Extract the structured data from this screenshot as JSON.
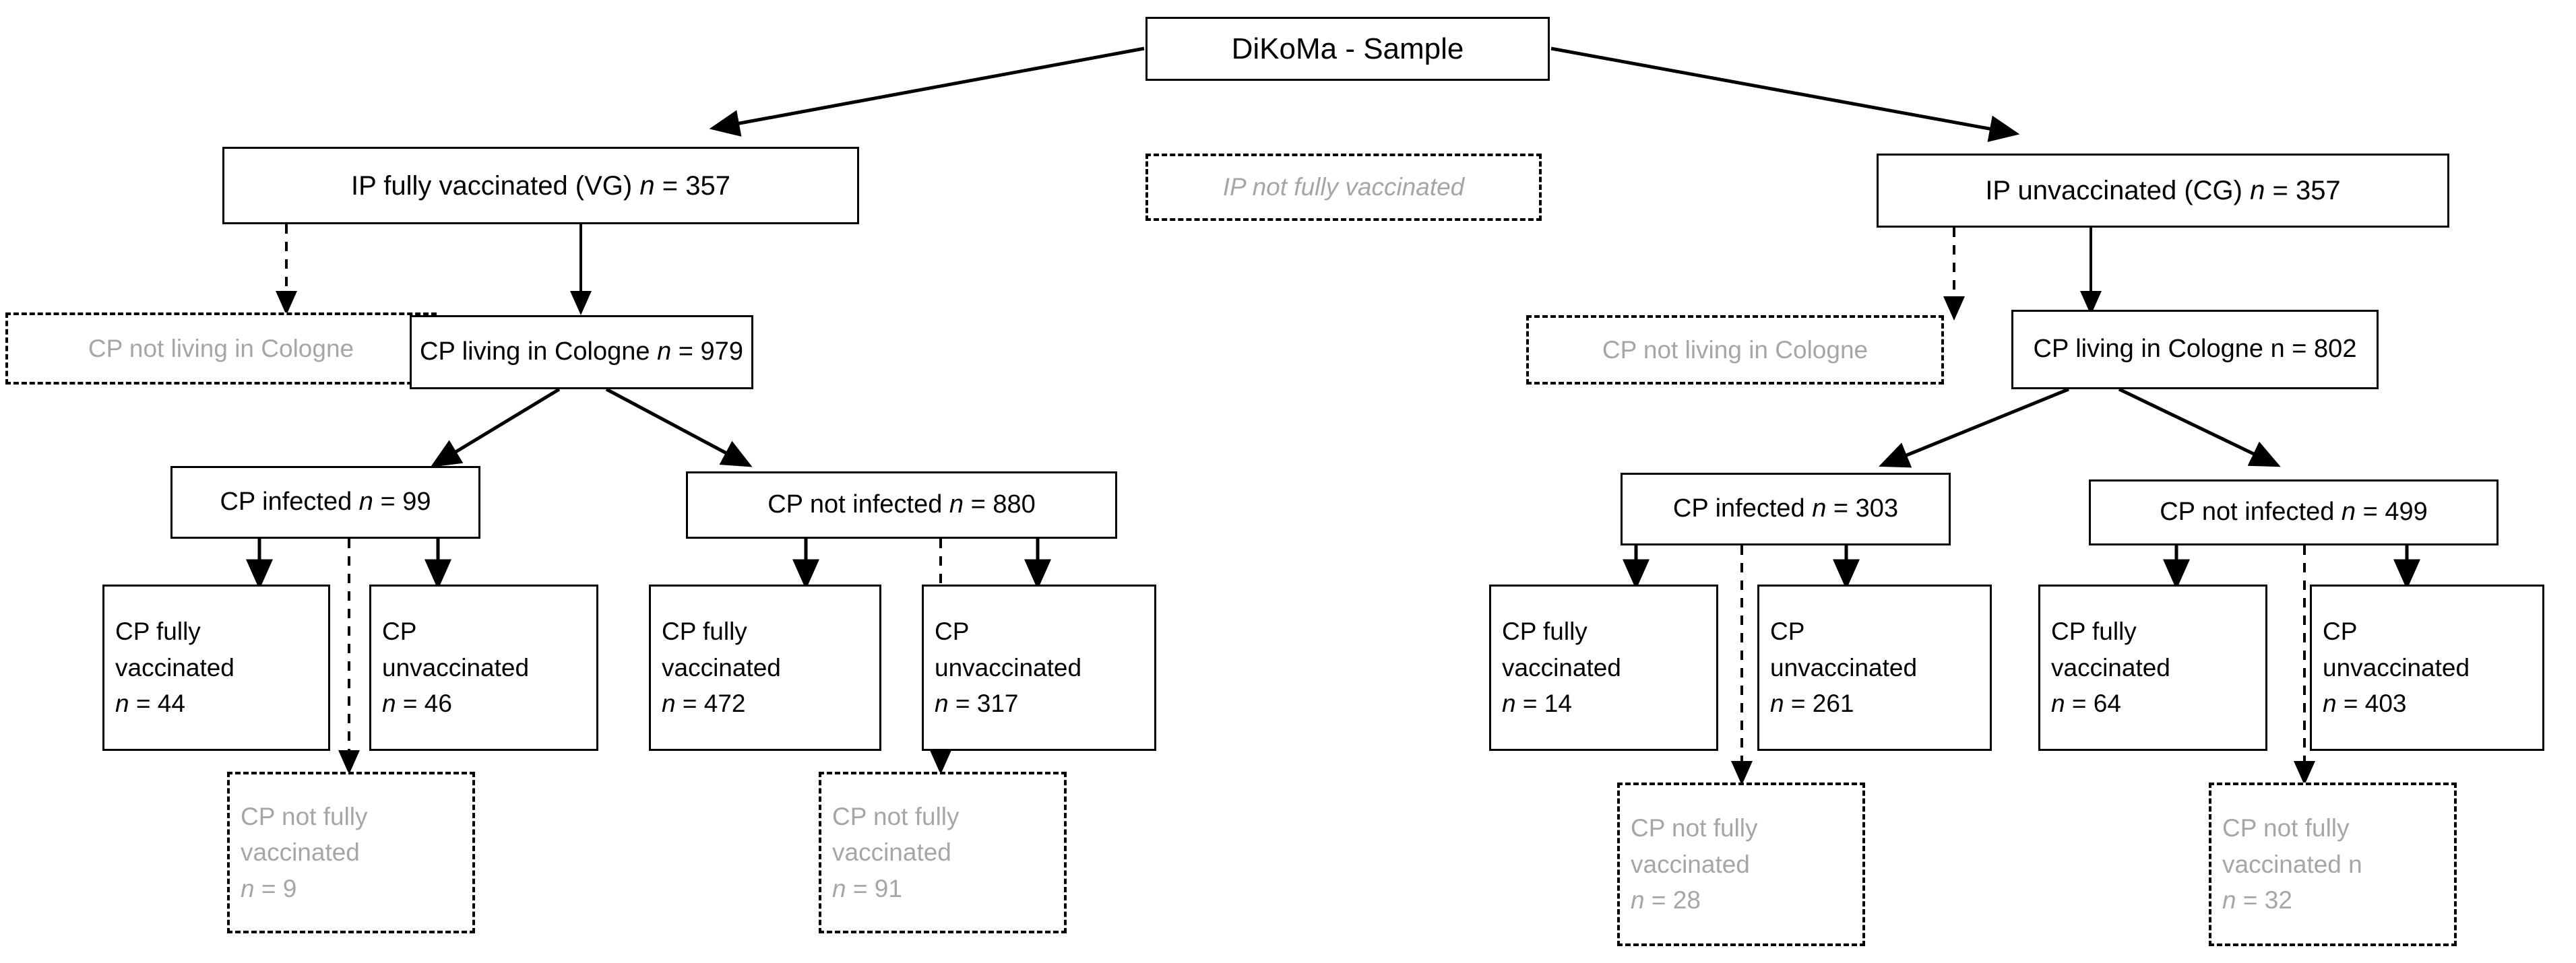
{
  "diagram": {
    "type": "flowchart",
    "title_node": {
      "label": "DiKoMa - Sample"
    },
    "groups": {
      "vg": {
        "label": "IP fully vaccinated  (VG) n = 357",
        "text": "IP fully vaccinated  (VG) ",
        "n_label": "n",
        "n_value": "= 357"
      },
      "excluded_ip": {
        "label": "IP  not fully vaccinated"
      },
      "cg": {
        "label": "IP unvaccinated (CG) n = 357",
        "text": "IP unvaccinated (CG) ",
        "n_label": "n",
        "n_value": "= 357"
      }
    },
    "left_branch": {
      "not_living": {
        "label": "CP not living in Cologne"
      },
      "living": {
        "text": "CP  living in Cologne ",
        "n_label": "n",
        "n_value": "= 979"
      },
      "infected": {
        "text": "CP infected ",
        "n_label": "n",
        "n_value": "= 99"
      },
      "not_infected": {
        "text": "CP not infected ",
        "n_label": "n",
        "n_value": "= 880"
      },
      "leaves": [
        {
          "line1": "CP fully",
          "line2": "vaccinated",
          "n_label": "n",
          "n_value": "= 44"
        },
        {
          "line1": "CP",
          "line2": "unvaccinated",
          "n_label": "n",
          "n_value": "= 46"
        },
        {
          "line1": "CP fully",
          "line2": "vaccinated",
          "n_label": "n",
          "n_value": "= 472"
        },
        {
          "line1": "CP",
          "line2": "unvaccinated",
          "n_label": "n",
          "n_value": "= 317"
        }
      ],
      "ghosts": [
        {
          "line1": "CP  not fully",
          "line2": "vaccinated",
          "n_label": "n",
          "n_value": "= 9"
        },
        {
          "line1": "CP not fully",
          "line2": "vaccinated",
          "n_label": "n",
          "n_value": "= 91"
        }
      ]
    },
    "right_branch": {
      "not_living": {
        "label": "CP not living in Cologne"
      },
      "living": {
        "text": "CP living in Cologne ",
        "n_label": "n",
        "n_value": "= 802"
      },
      "infected": {
        "text": "CP infected ",
        "n_label": "n",
        "n_value": "= 303"
      },
      "not_infected": {
        "text": "CP not infected ",
        "n_label": "n",
        "n_value": "= 499"
      },
      "leaves": [
        {
          "line1": "CP fully",
          "line2": "vaccinated",
          "n_label": "n",
          "n_value": "= 14"
        },
        {
          "line1": "CP",
          "line2": "unvaccinated",
          "n_label": "n",
          "n_value": "= 261"
        },
        {
          "line1": "CP fully",
          "line2": "vaccinated",
          "n_label": "n",
          "n_value": "= 64"
        },
        {
          "line1": "CP",
          "line2": "unvaccinated",
          "n_label": "n",
          "n_value": "= 403"
        }
      ],
      "ghosts": [
        {
          "line1": "CP not fully",
          "line2": "vaccinated",
          "n_label": "n",
          "n_value": "= 28"
        },
        {
          "line1": "CP not fully",
          "line2": "vaccinated n",
          "n_label": "n",
          "n_value": "= 32"
        }
      ]
    },
    "colors": {
      "stroke": "#000000",
      "ghost_text": "#a6a6a6",
      "background": "#ffffff"
    }
  }
}
